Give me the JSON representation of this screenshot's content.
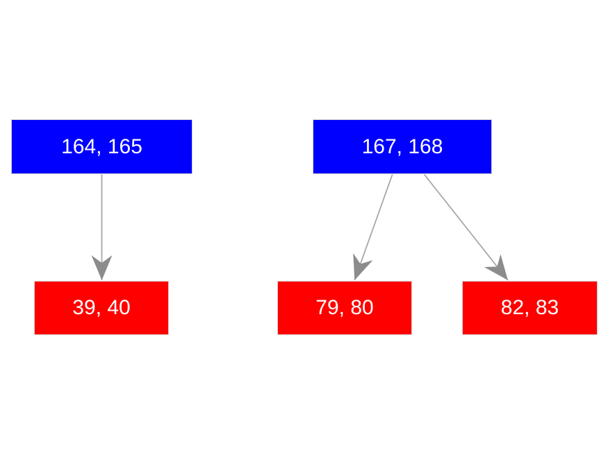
{
  "diagram": {
    "type": "tree",
    "background_color": "#ffffff",
    "node_border_color": "#d0d0d0",
    "edge_color": "#a3a3a3",
    "arrowhead_color": "#8c8c8c",
    "parent_fill_color": "#0000ff",
    "child_fill_color": "#ff0000",
    "label_color": "#ffffff",
    "nodes": [
      {
        "id": "164-165",
        "label": "164, 165",
        "fill": "#0000ff",
        "text_color": "#ffffff",
        "role": "parent"
      },
      {
        "id": "167-168",
        "label": "167, 168",
        "fill": "#0000ff",
        "text_color": "#ffffff",
        "role": "parent"
      },
      {
        "id": "39-40",
        "label": "39, 40",
        "fill": "#ff0000",
        "text_color": "#ffffff",
        "role": "child"
      },
      {
        "id": "79-80",
        "label": "79, 80",
        "fill": "#ff0000",
        "text_color": "#ffffff",
        "role": "child"
      },
      {
        "id": "82-83",
        "label": "82, 83",
        "fill": "#ff0000",
        "text_color": "#ffffff",
        "role": "child"
      }
    ],
    "edges": [
      {
        "from": "164, 165",
        "to": "39, 40"
      },
      {
        "from": "167, 168",
        "to": "79, 80"
      },
      {
        "from": "167, 168",
        "to": "82, 83"
      }
    ]
  }
}
